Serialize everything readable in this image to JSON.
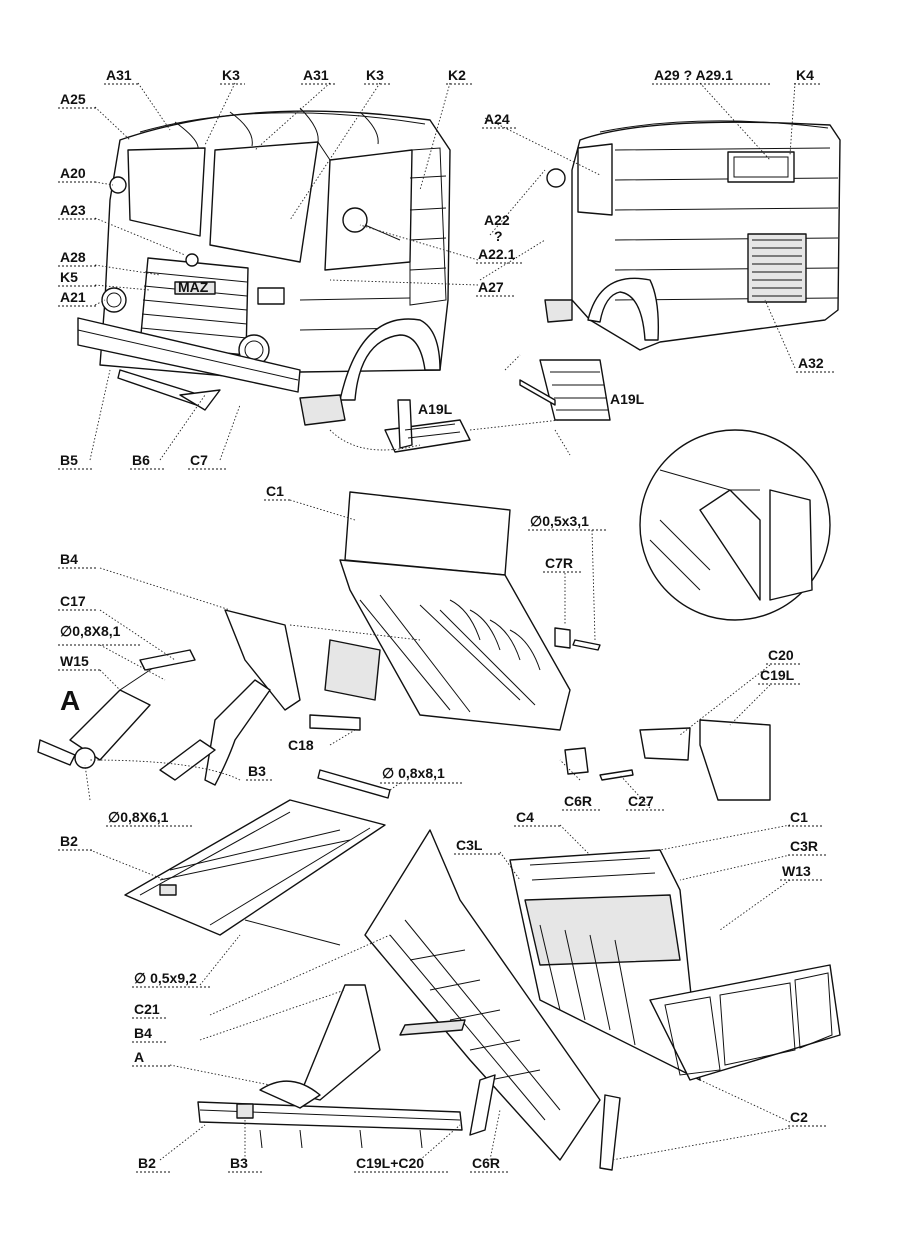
{
  "labels": {
    "a31_left": "A31",
    "k3_left": "K3",
    "a31_mid": "A31",
    "k3_mid": "K3",
    "k2": "K2",
    "a25": "A25",
    "a20": "A20",
    "a23": "A23",
    "a28": "A28",
    "k5": "K5",
    "a21": "A21",
    "a24": "A24",
    "a22": "A22",
    "a22_q": "?",
    "a22_1": "A22.1",
    "a27": "A27",
    "a29": "A29 ? A29.1",
    "k4": "K4",
    "a32": "A32",
    "a19l_left": "A19L",
    "a19l_right": "A19L",
    "b5": "B5",
    "b6": "B6",
    "c7": "C7",
    "c1_top": "C1",
    "d05x31": "∅0,5x3,1",
    "c7r": "C7R",
    "b4_top": "B4",
    "c17": "C17",
    "d08x81_left": "∅0,8X8,1",
    "w15": "W15",
    "a_big": "A",
    "c18": "C18",
    "b3_top": "B3",
    "d08x61": "∅0,8X6,1",
    "d08x81_mid": "∅ 0,8x8,1",
    "c20": "C20",
    "c19l": "C19L",
    "c6r_top": "C6R",
    "c27": "C27",
    "b2_top": "B2",
    "c4": "C4",
    "c1_right": "C1",
    "c3l": "C3L",
    "c3r": "C3R",
    "w13": "W13",
    "d05x92": "∅ 0,5x9,2",
    "c21": "C21",
    "b4_bottom": "B4",
    "a_bottom": "A",
    "c2": "C2",
    "b2_bottom": "B2",
    "b3_bottom": "B3",
    "c19l_c20": "C19L+C20",
    "c6r_bottom": "C6R"
  },
  "grille_logo": "MAZ"
}
